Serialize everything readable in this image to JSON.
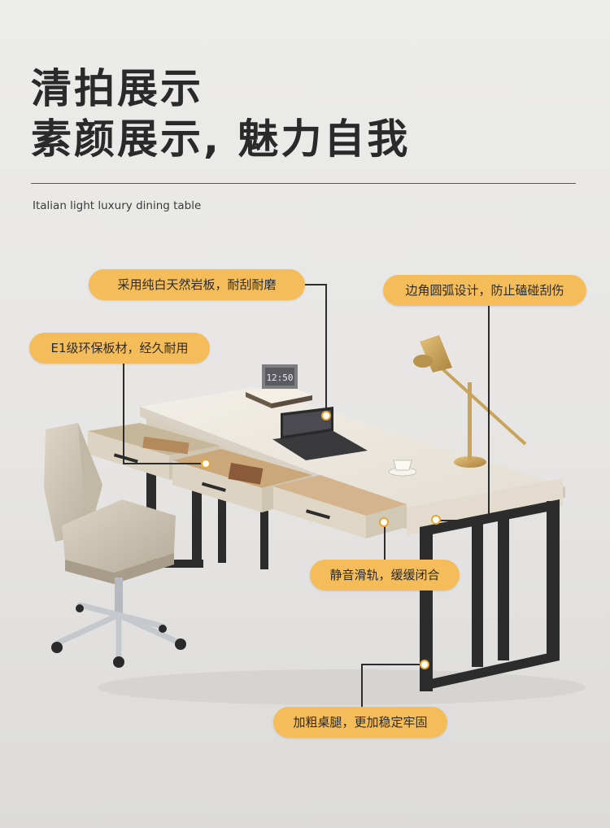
{
  "header": {
    "headline_line1": "清拍展示",
    "headline_line2": "素颜展示, 魅力自我",
    "subtitle": "Italian light luxury  dining table"
  },
  "clock": {
    "time": "12:50"
  },
  "callouts": {
    "rock_slab": "采用纯白天然岩板，耐刮耐磨",
    "rounded_edges": "边角圆弧设计，防止磕碰刮伤",
    "board_material": "E1级环保板材，经久耐用",
    "silent_slides": "静音滑轨，缓缓闭合",
    "thick_legs": "加粗桌腿，更加稳定牢固"
  },
  "colors": {
    "callout_fill": "#f4bd5a",
    "dot_ring": "#e7a833",
    "desk_frame": "#2c2c2c",
    "desk_top": "#ece8df",
    "drawer_body": "#dcd3c3",
    "chair_leather": "#cfc6b6",
    "lamp_brass": "#c9a35a"
  }
}
